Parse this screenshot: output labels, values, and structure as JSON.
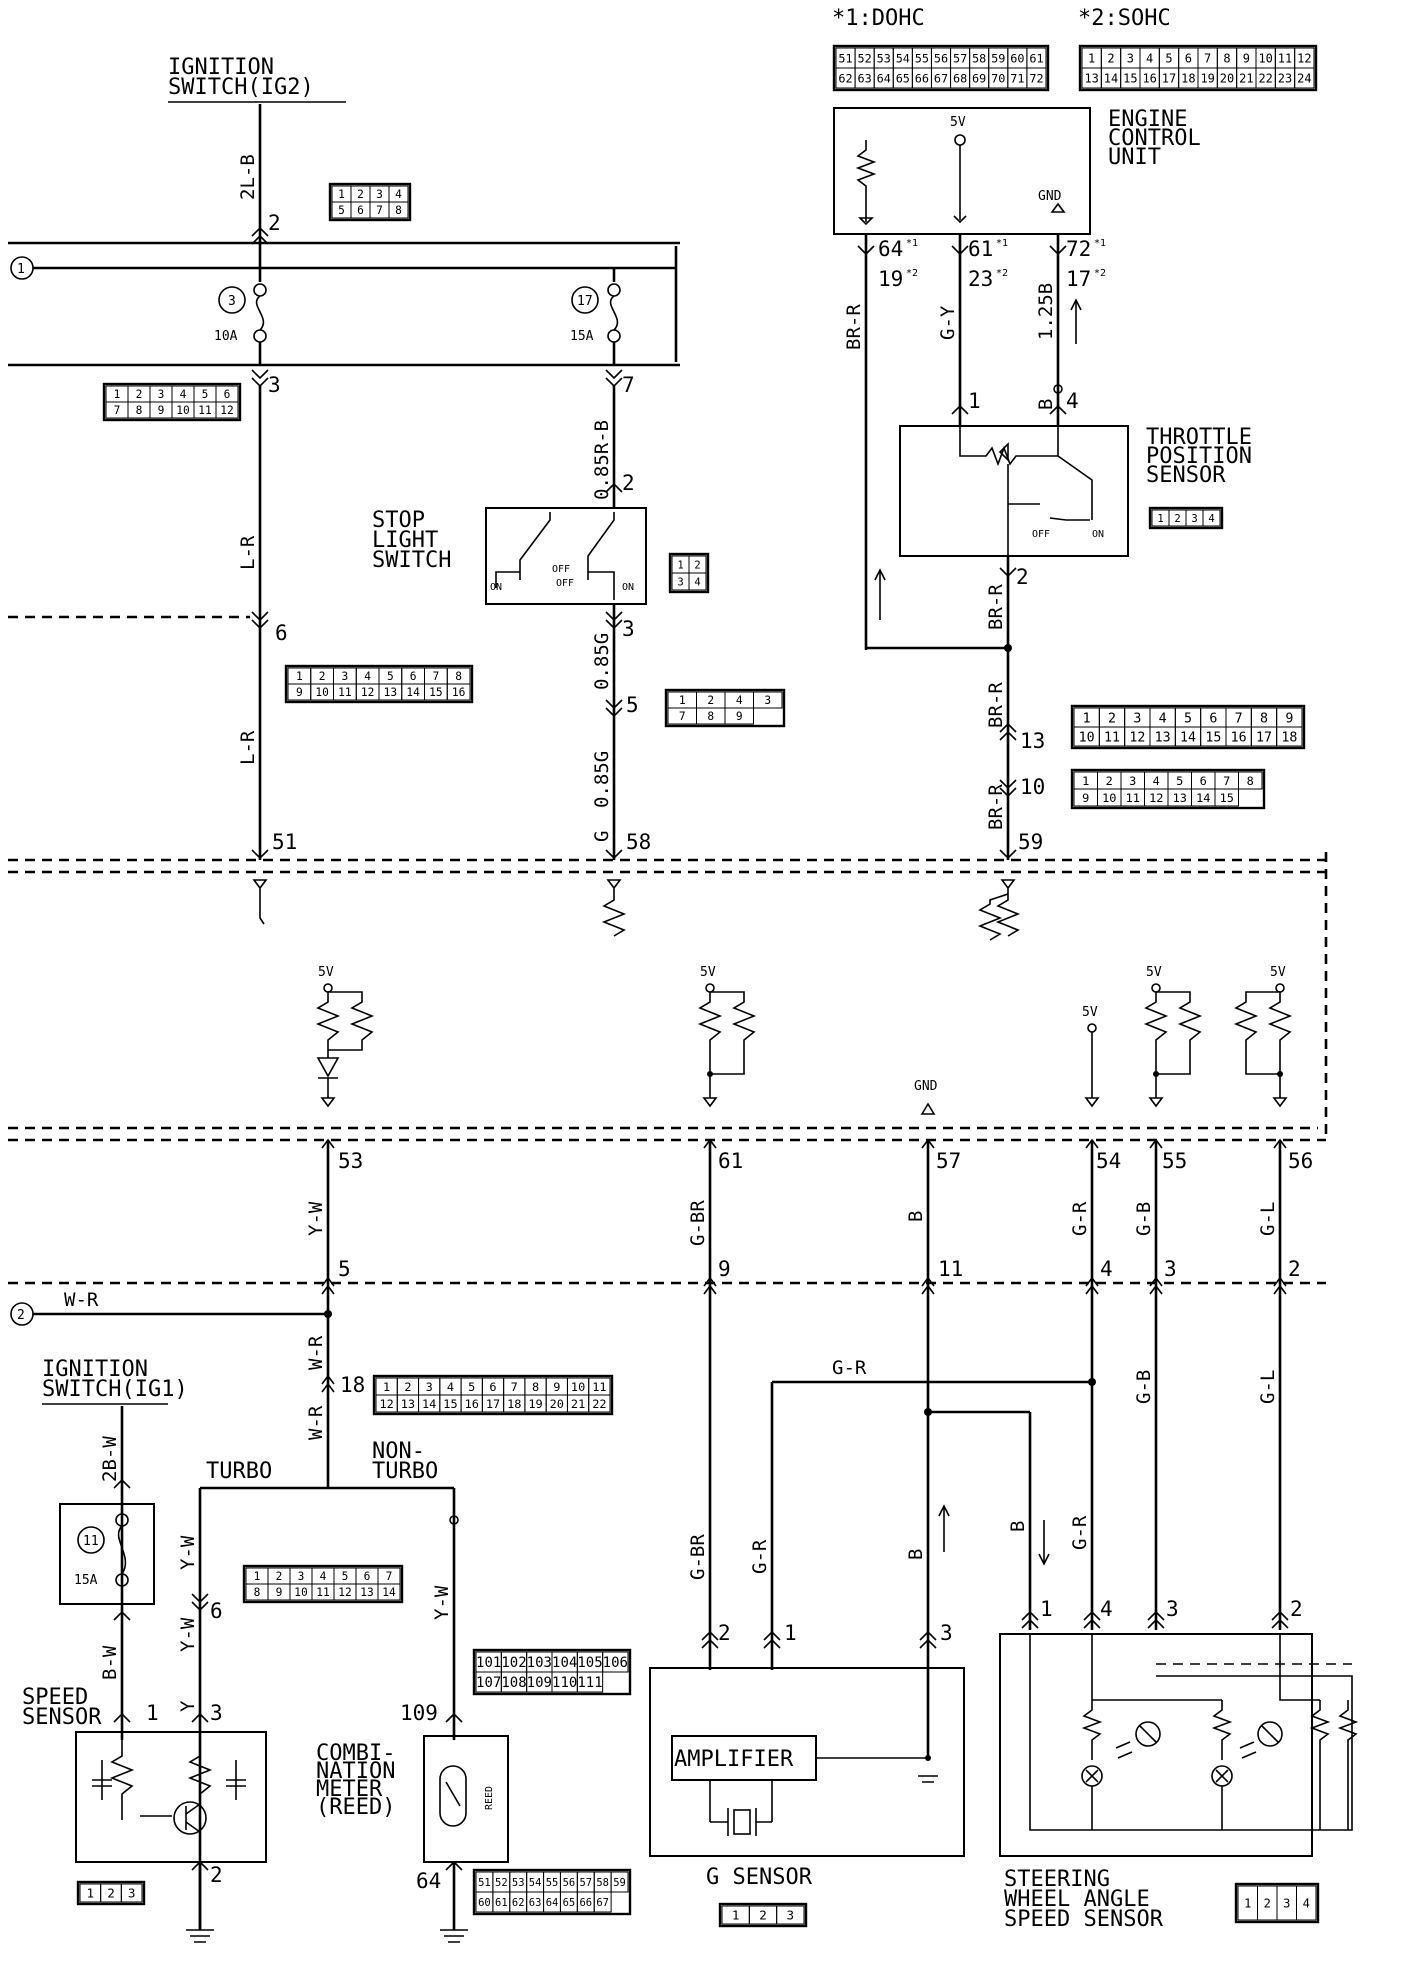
{
  "header": {
    "dohc_label": "*1:DOHC",
    "sohc_label": "*2:SOHC"
  },
  "components": {
    "ignition_switch_ig2": [
      "IGNITION",
      "SWITCH(IG2)"
    ],
    "ignition_switch_ig1": [
      "IGNITION",
      "SWITCH(IG1)"
    ],
    "ecu": [
      "ENGINE",
      "CONTROL",
      "UNIT"
    ],
    "ecu_5v": "5V",
    "ecu_gnd": "GND",
    "tps": [
      "THROTTLE",
      "POSITION",
      "SENSOR"
    ],
    "stop_light": [
      "STOP",
      "LIGHT",
      "SWITCH"
    ],
    "speed_sensor": [
      "SPEED",
      "SENSOR"
    ],
    "combination_meter": [
      "COMBI-",
      "NATION",
      "METER",
      "(REED)"
    ],
    "reed": "REED",
    "amplifier": "AMPLIFIER",
    "g_sensor": "G SENSOR",
    "steering_sensor": [
      "STEERING",
      "WHEEL ANGLE",
      "SPEED SENSOR"
    ],
    "turbo": "TURBO",
    "non_turbo": [
      "NON-",
      "TURBO"
    ],
    "off": "OFF",
    "on": "ON",
    "v5": "5V",
    "gnd": "GND"
  },
  "fuses": {
    "f3": {
      "num": "3",
      "rating": "10A"
    },
    "f17": {
      "num": "17",
      "rating": "15A"
    },
    "f11": {
      "num": "11",
      "rating": "15A"
    }
  },
  "refs": {
    "r1": "1",
    "r2": "2"
  },
  "wires": {
    "w_2lb": "2L-B",
    "w_lr1": "L-R",
    "w_lr2": "L-R",
    "w_085rb": "0.85R-B",
    "w_085g1": "0.85G",
    "w_085g2": "0.85G",
    "w_g": "G",
    "w_brr_top": "BR-R",
    "w_gy": "G-Y",
    "w_125b": "1.25B",
    "w_b_tps": "B",
    "w_brr2": "BR-R",
    "w_brr3": "BR-R",
    "w_brr4": "BR-R",
    "w_yw1": "Y-W",
    "w_gbr1": "G-BR",
    "w_b1": "B",
    "w_gr1": "G-R",
    "w_gb1": "G-B",
    "w_gl1": "G-L",
    "w_wr_ref": "W-R",
    "w_wr1": "W-R",
    "w_wr2": "W-R",
    "w_gr_h": "G-R",
    "w_gb2": "G-B",
    "w_gl2": "G-L",
    "w_2bw": "2B-W",
    "w_bw": "B-W",
    "w_yw_t1": "Y-W",
    "w_yw_t2": "Y-W",
    "w_y": "Y",
    "w_yw_nt": "Y-W",
    "w_gbr2": "G-BR",
    "w_gr2": "G-R",
    "w_b2": "B",
    "w_b3": "B",
    "w_gr3": "G-R"
  },
  "pins": {
    "p_ig2": "2",
    "p_fuse3": "3",
    "p_fuse7": "7",
    "p_sls2": "2",
    "p_sls3": "3",
    "p_6": "6",
    "p_5": "5",
    "p_51": "51",
    "p_58": "58",
    "p_59": "59",
    "ecu64": "64",
    "ecu19": "19",
    "ecu61": "61",
    "ecu23": "23",
    "ecu72": "72",
    "ecu17": "17",
    "sup1": "*1",
    "sup2": "*2",
    "sup3": "*1",
    "sup4": "*2",
    "sup5": "*1",
    "sup6": "*2",
    "tps1": "1",
    "tps4": "4",
    "tps2": "2",
    "p_13": "13",
    "p_10": "10",
    "p_53": "53",
    "p_61": "61",
    "p_57": "57",
    "p_54": "54",
    "p_55": "55",
    "p_56": "56",
    "j5": "5",
    "j9": "9",
    "j11": "11",
    "j4": "4",
    "j3": "3",
    "j2": "2",
    "p_18": "18",
    "ss1": "1",
    "ss3": "3",
    "ss2": "2",
    "t6": "6",
    "cm109": "109",
    "cm64": "64",
    "gs2": "2",
    "gs1": "1",
    "gs3": "3",
    "sw1": "1",
    "sw4": "4",
    "sw3": "3",
    "sw2": "2"
  },
  "connectors": {
    "c_ig2": [
      "1",
      "2",
      "3",
      "4",
      "5",
      "6",
      "7",
      "8"
    ],
    "c_fuse": [
      "1",
      "2",
      "3",
      "4",
      "5",
      "6",
      "7",
      "8",
      "9",
      "10",
      "11",
      "12"
    ],
    "c_sls": [
      "1",
      "2",
      "3",
      "4"
    ],
    "c_mid1": [
      "1",
      "2",
      "3",
      "4",
      "5",
      "6",
      "7",
      "8",
      "9",
      "10",
      "11",
      "12",
      "13",
      "14",
      "15",
      "16"
    ],
    "c_mid2": [
      "1",
      "2",
      "4",
      "3",
      "7",
      "8",
      "9"
    ],
    "c_tps": [
      "1",
      "2",
      "3",
      "4"
    ],
    "c_right13": [
      "1",
      "2",
      "3",
      "4",
      "5",
      "6",
      "7",
      "8",
      "9",
      "10",
      "11",
      "12",
      "13",
      "14",
      "15",
      "16",
      "17",
      "18"
    ],
    "c_right10": [
      "1",
      "2",
      "3",
      "4",
      "5",
      "6",
      "7",
      "8",
      "9",
      "10",
      "11",
      "12",
      "13",
      "14",
      "15"
    ],
    "c_18": [
      "1",
      "2",
      "3",
      "4",
      "5",
      "6",
      "7",
      "8",
      "9",
      "10",
      "11",
      "12",
      "13",
      "14",
      "15",
      "16",
      "17",
      "18",
      "19",
      "20",
      "21",
      "22"
    ],
    "c_turbo": [
      "1",
      "2",
      "3",
      "4",
      "5",
      "6",
      "7",
      "8",
      "9",
      "10",
      "11",
      "12",
      "13",
      "14"
    ],
    "c_speed": [
      "1",
      "2",
      "3"
    ],
    "c_meter_top": [
      "101",
      "102",
      "103",
      "104",
      "105",
      "106",
      "107",
      "108",
      "109",
      "110",
      "111"
    ],
    "c_meter_bot": [
      "51",
      "52",
      "53",
      "54",
      "55",
      "56",
      "57",
      "58",
      "59",
      "60",
      "61",
      "62",
      "63",
      "64",
      "65",
      "66",
      "67"
    ],
    "c_gsensor": [
      "1",
      "2",
      "3"
    ],
    "c_steer": [
      "1",
      "2",
      "3",
      "4"
    ],
    "c_ecu_dohc": [
      "51",
      "52",
      "53",
      "54",
      "55",
      "56",
      "57",
      "58",
      "59",
      "60",
      "61",
      "62",
      "63",
      "64",
      "65",
      "66",
      "67",
      "68",
      "69",
      "70",
      "71",
      "72"
    ],
    "c_ecu_sohc": [
      "1",
      "2",
      "3",
      "4",
      "5",
      "6",
      "7",
      "8",
      "9",
      "10",
      "11",
      "12",
      "13",
      "14",
      "15",
      "16",
      "17",
      "18",
      "19",
      "20",
      "21",
      "22",
      "23",
      "24"
    ]
  }
}
